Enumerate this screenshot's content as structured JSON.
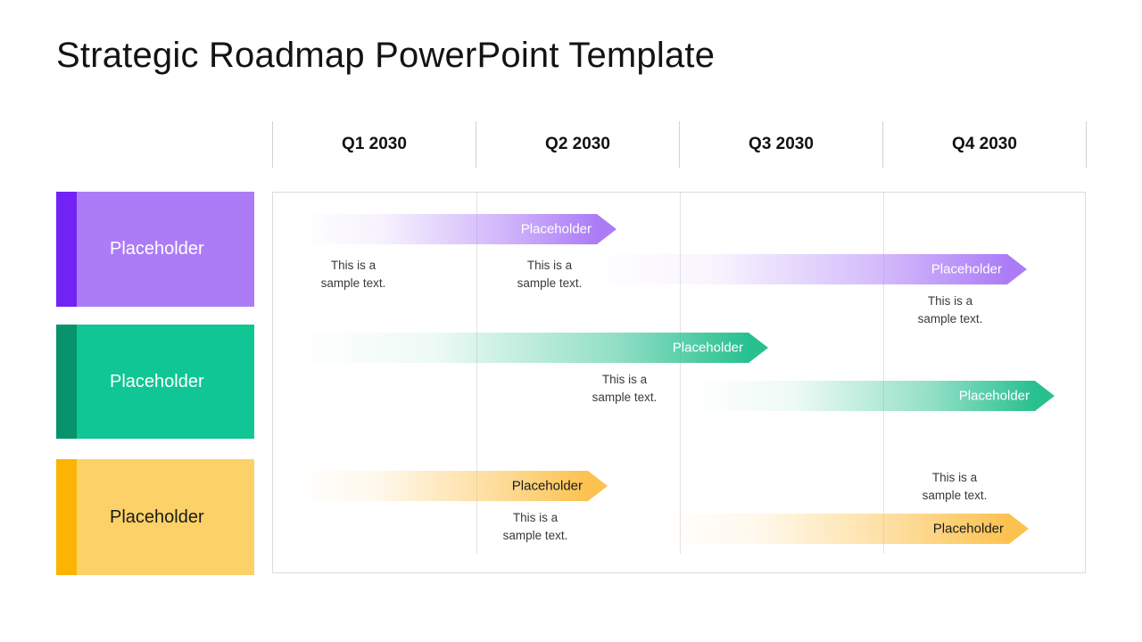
{
  "slide": {
    "title": "Strategic Roadmap PowerPoint Template",
    "background": "#ffffff"
  },
  "timeline": {
    "columns": [
      {
        "label": "Q1 2030"
      },
      {
        "label": "Q2 2030"
      },
      {
        "label": "Q3 2030"
      },
      {
        "label": "Q4 2030"
      }
    ]
  },
  "categories": [
    {
      "label": "Placeholder",
      "stripe_color": "#7322f5",
      "body_color": "#ac7cf7",
      "text_color": "#ffffff"
    },
    {
      "label": "Placeholder",
      "stripe_color": "#07936b",
      "body_color": "#0fc694",
      "text_color": "#ffffff"
    },
    {
      "label": "Placeholder",
      "stripe_color": "#fbb404",
      "body_color": "#fcd167",
      "text_color": "#1a1a1a"
    }
  ],
  "tasks": [
    {
      "row": 1,
      "label": "Placeholder",
      "caption": "This is a\nsample text.",
      "color": "#ac7cf7",
      "label_color": "#ffffff"
    },
    {
      "row": 1,
      "label": "Placeholder",
      "caption": "This is a\nsample text.",
      "color": "#ac7cf7",
      "label_color": "#ffffff"
    },
    {
      "row": 1,
      "label": "Placeholder",
      "caption": "This is a\nsample text.",
      "color": "#ac7cf7",
      "label_color": "#ffffff"
    },
    {
      "row": 2,
      "label": "Placeholder",
      "caption": "This is a\nsample text.",
      "color": "#28c08f",
      "label_color": "#ffffff"
    },
    {
      "row": 2,
      "label": "Placeholder",
      "caption": "",
      "color": "#28c08f",
      "label_color": "#ffffff"
    },
    {
      "row": 3,
      "label": "Placeholder",
      "caption": "This is a\nsample text.",
      "color": "#fcc24f",
      "label_color": "#1a1a1a"
    },
    {
      "row": 3,
      "label": "Placeholder",
      "caption": "This is a\nsample text.",
      "color": "#fcc24f",
      "label_color": "#1a1a1a"
    }
  ],
  "colors": {
    "grid_line": "#e2e2e2",
    "panel_border": "#dcdcdc",
    "header_line": "#d2d2d2",
    "caption_text": "#3a3a3a",
    "title_text": "#131313"
  }
}
